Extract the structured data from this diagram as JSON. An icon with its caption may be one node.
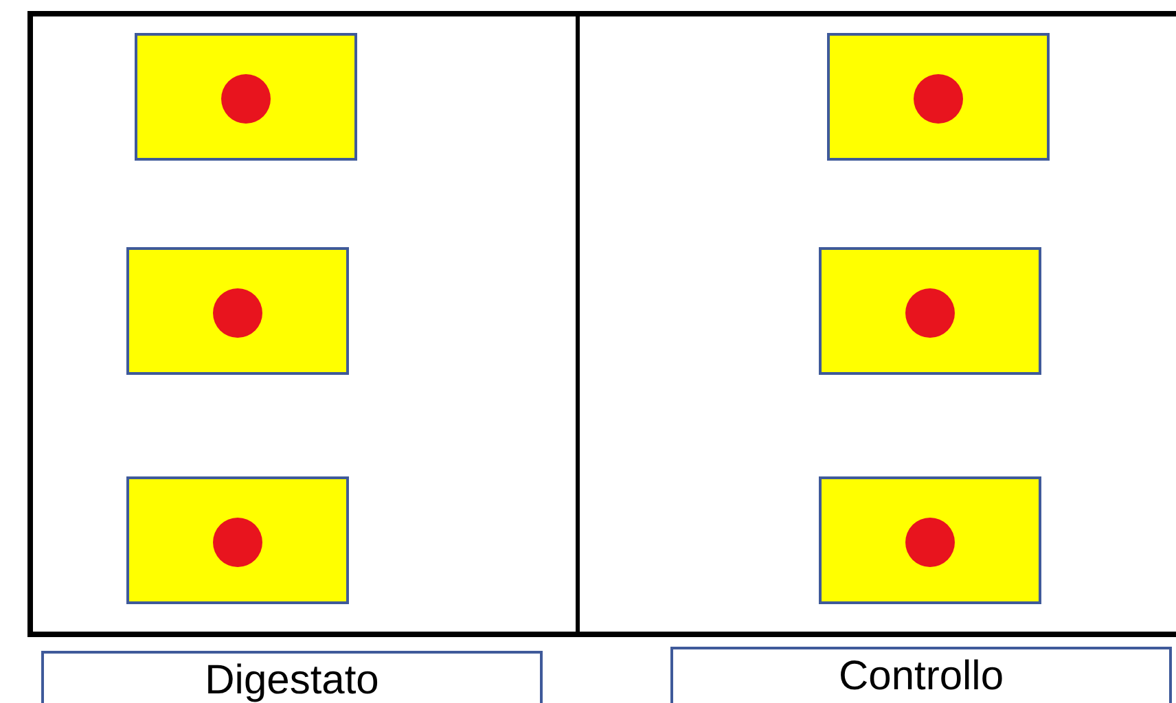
{
  "diagram": {
    "nodes": [
      {
        "text": [],
        "shape": "box"
      },
      {
        "text": [],
        "shape": "box",
        "in": 0
      },
      {
        "text": [],
        "shape": "box",
        "in": 0
      },
      {
        "text": [],
        "shape": "box",
        "in": 0
      },
      {
        "text": [],
        "shape": "box"
      },
      {
        "text": [],
        "shape": "box",
        "in": 4
      },
      {
        "text": [],
        "shape": "box",
        "in": 4
      },
      {
        "text": [],
        "shape": "box",
        "in": 4
      },
      {
        "text": [
          "Digestato"
        ]
      },
      {
        "text": [
          "Controllo"
        ]
      }
    ]
  }
}
